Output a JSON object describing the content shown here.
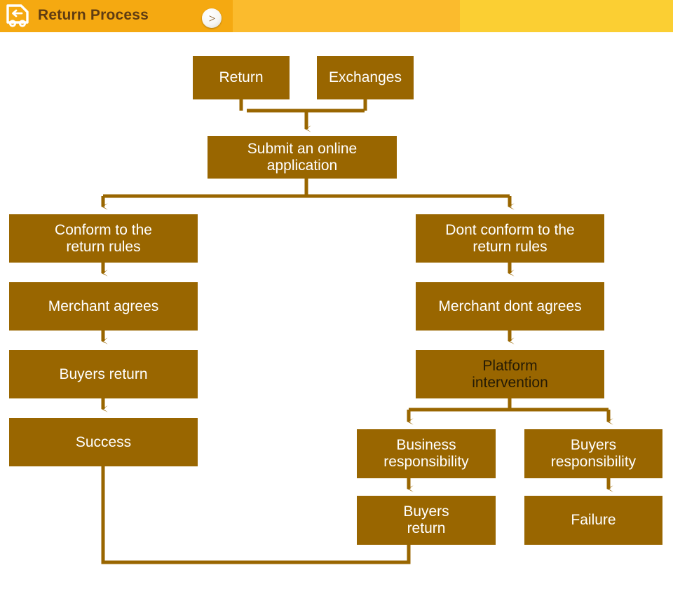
{
  "header": {
    "title": "Return Process",
    "icon": "return-truck-icon",
    "next_icon": "chevron-right-icon",
    "band_colors": [
      "#f5a911",
      "#fbbb2d",
      "#fbcf33"
    ],
    "title_color": "#5f3c12"
  },
  "theme": {
    "node_fill": "#996600",
    "node_text": "#ffffff",
    "node_text_alt": "#241a05",
    "connector": "#996600",
    "background": "#ffffff"
  },
  "flow": {
    "title": "Return Process",
    "nodes": [
      {
        "id": "return",
        "label": "Return"
      },
      {
        "id": "exchanges",
        "label": "Exchanges"
      },
      {
        "id": "submit",
        "label": "Submit an online\napplication"
      },
      {
        "id": "conform",
        "label": "Conform to the\nreturn rules"
      },
      {
        "id": "merchant-agrees",
        "label": "Merchant agrees"
      },
      {
        "id": "buyers-return-left",
        "label": "Buyers return"
      },
      {
        "id": "success",
        "label": "Success"
      },
      {
        "id": "dont-conform",
        "label": "Dont conform to the\nreturn rules"
      },
      {
        "id": "merchant-dont-agrees",
        "label": "Merchant dont agrees"
      },
      {
        "id": "platform",
        "label": "Platform\nintervention"
      },
      {
        "id": "business-resp",
        "label": "Business\nresponsibility"
      },
      {
        "id": "buyers-resp",
        "label": "Buyers\nresponsibility"
      },
      {
        "id": "buyers-return-right",
        "label": "Buyers\nreturn"
      },
      {
        "id": "failure",
        "label": "Failure"
      }
    ],
    "edges": [
      {
        "from": "return",
        "to": "submit"
      },
      {
        "from": "exchanges",
        "to": "submit"
      },
      {
        "from": "submit",
        "to": "conform"
      },
      {
        "from": "submit",
        "to": "dont-conform"
      },
      {
        "from": "conform",
        "to": "merchant-agrees"
      },
      {
        "from": "merchant-agrees",
        "to": "buyers-return-left"
      },
      {
        "from": "buyers-return-left",
        "to": "success"
      },
      {
        "from": "dont-conform",
        "to": "merchant-dont-agrees"
      },
      {
        "from": "merchant-dont-agrees",
        "to": "platform"
      },
      {
        "from": "platform",
        "to": "business-resp"
      },
      {
        "from": "platform",
        "to": "buyers-resp"
      },
      {
        "from": "business-resp",
        "to": "buyers-return-right"
      },
      {
        "from": "buyers-resp",
        "to": "failure"
      },
      {
        "from": "buyers-return-right",
        "to": "success"
      }
    ]
  }
}
